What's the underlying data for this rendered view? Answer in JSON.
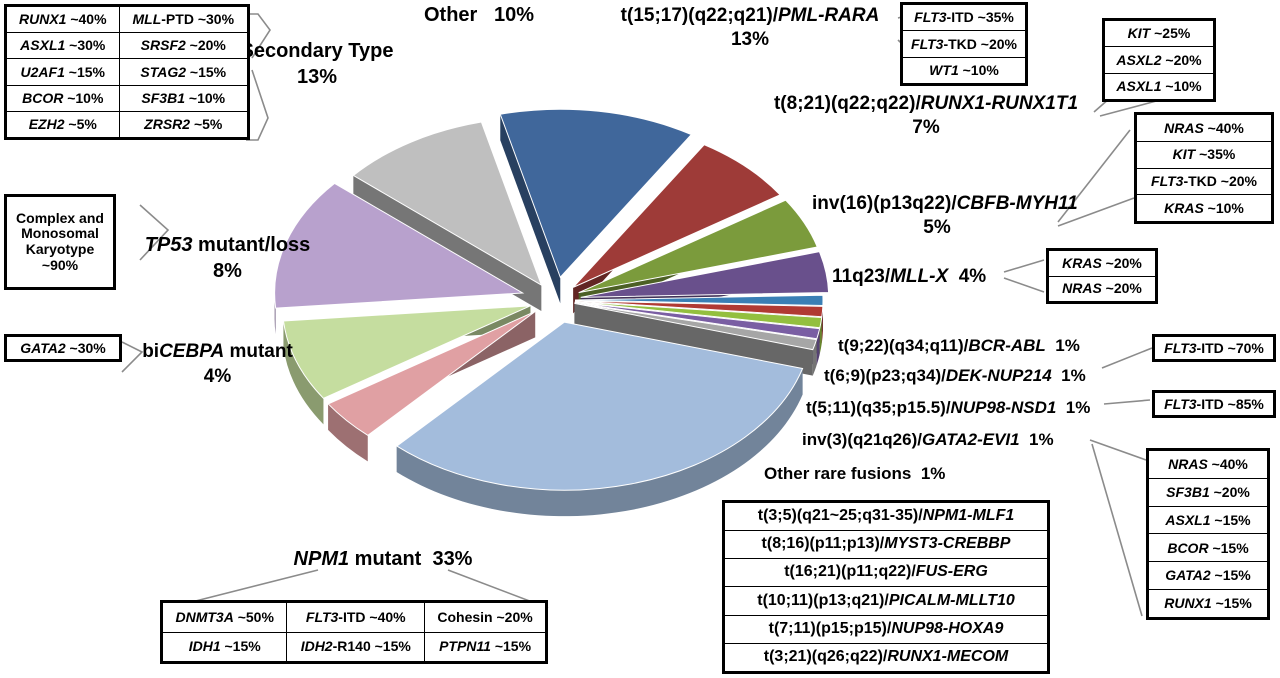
{
  "figure": {
    "type": "exploded-3d-pie",
    "title_visible": false
  },
  "chart_data": {
    "type": "pie",
    "title": "",
    "xlabel": "",
    "ylabel": "",
    "legend_position": "none",
    "grid": false,
    "units": "percent",
    "categories": [
      "t(15;17)(q22;q21)/PML-RARA",
      "t(8;21)(q22;q22)/RUNX1-RUNX1T1",
      "inv(16)(p13q22)/CBFB-MYH11",
      "11q23/MLL-X",
      "t(9;22)(q34;q11)/BCR-ABL",
      "t(6;9)(p23;q34)/DEK-NUP214",
      "t(5;11)(q35;p15.5)/NUP98-NSD1",
      "inv(3)(q21q26)/GATA2-EVI1",
      "Other rare fusions",
      "NPM1 mutant",
      "biCEBPA mutant",
      "TP53 mutant/loss",
      "Secondary Type",
      "Other"
    ],
    "values": [
      13,
      7,
      5,
      4,
      1,
      1,
      1,
      1,
      1,
      33,
      4,
      8,
      13,
      10
    ],
    "colors": [
      "#40679b",
      "#9e3b38",
      "#7b9b3c",
      "#69508c",
      "#3a7fb5",
      "#b03a33",
      "#93bf3f",
      "#7a5ea3",
      "#a6a6a6",
      "#a3bcdc",
      "#e0a0a3",
      "#c5dd9f",
      "#b8a1cd",
      "#bfbfbf"
    ]
  },
  "slice_labels": [
    {
      "name": "pml-rara",
      "plain1": "t(15;17)(q22;q21)/",
      "italic": "PML-RARA",
      "plain2": "",
      "pct": "13%"
    },
    {
      "name": "runx1-runx1t1",
      "plain1": "t(8;21)(q22;q22)/",
      "italic": "RUNX1-RUNX1T1",
      "plain2": "",
      "pct": "7%"
    },
    {
      "name": "cbfb-myh11",
      "plain1": "inv(16)(p13q22)/",
      "italic": "CBFB-MYH11",
      "plain2": "",
      "pct": "5%"
    },
    {
      "name": "mll-x",
      "plain1": "11q23/",
      "italic": "MLL-X",
      "plain2": "",
      "pct": "4%"
    },
    {
      "name": "bcr-abl",
      "plain1": "t(9;22)(q34;q11)/",
      "italic": "BCR-ABL",
      "plain2": "",
      "pct": "1%"
    },
    {
      "name": "dek-nup214",
      "plain1": "t(6;9)(p23;q34)/",
      "italic": "DEK-NUP214",
      "plain2": "",
      "pct": "1%"
    },
    {
      "name": "nup98-nsd1",
      "plain1": "t(5;11)(q35;p15.5)/",
      "italic": "NUP98-NSD1",
      "plain2": "",
      "pct": "1%"
    },
    {
      "name": "gata2-evi1",
      "plain1": "inv(3)(q21q26)/",
      "italic": "GATA2-EVI1",
      "plain2": "",
      "pct": "1%"
    },
    {
      "name": "other-rare",
      "plain1": "Other rare fusions",
      "italic": "",
      "plain2": "",
      "pct": "1%"
    },
    {
      "name": "npm1",
      "plain1": "",
      "italic": "NPM1",
      "plain2": " mutant",
      "pct": "33%"
    },
    {
      "name": "bicebpa",
      "plain1": "bi",
      "italic": "CEBPA",
      "plain2": " mutant",
      "pct": "4%"
    },
    {
      "name": "tp53",
      "plain1": "",
      "italic": "TP53",
      "plain2": " mutant/loss",
      "pct": "8%"
    },
    {
      "name": "secondary-type",
      "plain1": "Secondary Type",
      "italic": "",
      "plain2": "",
      "pct": "13%"
    },
    {
      "name": "other",
      "plain1": "Other ",
      "italic": "",
      "plain2": "",
      "pct": "10%"
    }
  ],
  "tables": {
    "secondary_type": {
      "name": "secondary-type-mutations",
      "rows": [
        [
          {
            "gene": "RUNX1",
            "italic_part": "RUNX1",
            "rest": "",
            "pct": "~40%"
          },
          {
            "gene": "MLL-PTD",
            "italic_part": "MLL",
            "rest": "-PTD",
            "pct": "~30%"
          }
        ],
        [
          {
            "gene": "ASXL1",
            "italic_part": "ASXL1",
            "rest": "",
            "pct": "~30%"
          },
          {
            "gene": "SRSF2",
            "italic_part": "SRSF2",
            "rest": "",
            "pct": "~20%"
          }
        ],
        [
          {
            "gene": "U2AF1",
            "italic_part": "U2AF1",
            "rest": "",
            "pct": "~15%"
          },
          {
            "gene": "STAG2",
            "italic_part": "STAG2",
            "rest": "",
            "pct": "~15%"
          }
        ],
        [
          {
            "gene": "BCOR",
            "italic_part": "BCOR",
            "rest": "",
            "pct": "~10%"
          },
          {
            "gene": "SF3B1",
            "italic_part": "SF3B1",
            "rest": "",
            "pct": "~10%"
          }
        ],
        [
          {
            "gene": "EZH2",
            "italic_part": "EZH2",
            "rest": "",
            "pct": "~5%"
          },
          {
            "gene": "ZRSR2",
            "italic_part": "ZRSR2",
            "rest": "",
            "pct": "~5%"
          }
        ]
      ]
    },
    "tp53": {
      "name": "tp53-karyotype",
      "lines": [
        "Complex and",
        "Monosomal",
        "Karyotype",
        "~90%"
      ]
    },
    "bicebpa": {
      "name": "bicebpa-mutations",
      "rows": [
        [
          {
            "italic_part": "GATA2",
            "rest": "",
            "pct": "~30%"
          }
        ]
      ]
    },
    "pml_rara": {
      "name": "pml-rara-mutations",
      "rows": [
        [
          {
            "italic_part": "FLT3",
            "rest": "-ITD",
            "pct": "~35%"
          }
        ],
        [
          {
            "italic_part": "FLT3",
            "rest": "-TKD",
            "pct": "~20%"
          }
        ],
        [
          {
            "italic_part": "WT1",
            "rest": "",
            "pct": "~10%"
          }
        ]
      ]
    },
    "runx1_runx1t1": {
      "name": "runx1-runx1t1-mutations",
      "rows": [
        [
          {
            "italic_part": "KIT",
            "rest": "",
            "pct": "~25%"
          }
        ],
        [
          {
            "italic_part": "ASXL2",
            "rest": "",
            "pct": "~20%"
          }
        ],
        [
          {
            "italic_part": "ASXL1",
            "rest": "",
            "pct": "~10%"
          }
        ]
      ]
    },
    "cbfb_myh11": {
      "name": "cbfb-myh11-mutations",
      "rows": [
        [
          {
            "italic_part": "NRAS",
            "rest": "",
            "pct": "~40%"
          }
        ],
        [
          {
            "italic_part": "KIT",
            "rest": "",
            "pct": "~35%"
          }
        ],
        [
          {
            "italic_part": "FLT3",
            "rest": "-TKD",
            "pct": "~20%"
          }
        ],
        [
          {
            "italic_part": "KRAS",
            "rest": "",
            "pct": "~10%"
          }
        ]
      ]
    },
    "mll_x": {
      "name": "mll-x-mutations",
      "rows": [
        [
          {
            "italic_part": "KRAS",
            "rest": "",
            "pct": "~20%"
          }
        ],
        [
          {
            "italic_part": "NRAS",
            "rest": "",
            "pct": "~20%"
          }
        ]
      ]
    },
    "dek_nup214": {
      "name": "dek-nup214-mutations",
      "rows": [
        [
          {
            "italic_part": "FLT3",
            "rest": "-ITD",
            "pct": "~70%"
          }
        ]
      ]
    },
    "nup98_nsd1": {
      "name": "nup98-nsd1-mutations",
      "rows": [
        [
          {
            "italic_part": "FLT3",
            "rest": "-ITD",
            "pct": "~85%"
          }
        ]
      ]
    },
    "gata2_evi1": {
      "name": "gata2-evi1-mutations",
      "rows": [
        [
          {
            "italic_part": "NRAS",
            "rest": "",
            "pct": "~40%"
          }
        ],
        [
          {
            "italic_part": "SF3B1",
            "rest": "",
            "pct": "~20%"
          }
        ],
        [
          {
            "italic_part": "ASXL1",
            "rest": "",
            "pct": "~15%"
          }
        ],
        [
          {
            "italic_part": "BCOR",
            "rest": "",
            "pct": "~15%"
          }
        ],
        [
          {
            "italic_part": "GATA2",
            "rest": "",
            "pct": "~15%"
          }
        ],
        [
          {
            "italic_part": "RUNX1",
            "rest": "",
            "pct": "~15%"
          }
        ]
      ]
    },
    "npm1": {
      "name": "npm1-mutations",
      "rows": [
        [
          {
            "italic_part": "DNMT3A",
            "rest": "",
            "pct": "~50%"
          },
          {
            "italic_part": "FLT3",
            "rest": "-ITD",
            "pct": "~40%"
          },
          {
            "italic_part": "",
            "rest": "Cohesin",
            "pct": "~20%"
          }
        ],
        [
          {
            "italic_part": "IDH1",
            "rest": "",
            "pct": "~15%"
          },
          {
            "italic_part": "IDH2",
            "rest": "-R140",
            "pct": "~15%"
          },
          {
            "italic_part": "PTPN11",
            "rest": "",
            "pct": "~15%"
          }
        ]
      ]
    },
    "other_rare_fusions": {
      "name": "other-rare-fusions-list",
      "rows": [
        {
          "plain": "t(3;5)(q21~25;q31-35)/",
          "italic": "NPM1-MLF1"
        },
        {
          "plain": "t(8;16)(p11;p13)/",
          "italic": "MYST3-CREBBP"
        },
        {
          "plain": "t(16;21)(p11;q22)/",
          "italic": "FUS-ERG"
        },
        {
          "plain": "t(10;11)(p13;q21)/",
          "italic": "PICALM-MLLT10"
        },
        {
          "plain": "t(7;11)(p15;p15)/",
          "italic": "NUP98-HOXA9"
        },
        {
          "plain": "t(3;21)(q26;q22)/",
          "italic": "RUNX1-MECOM"
        }
      ]
    }
  }
}
